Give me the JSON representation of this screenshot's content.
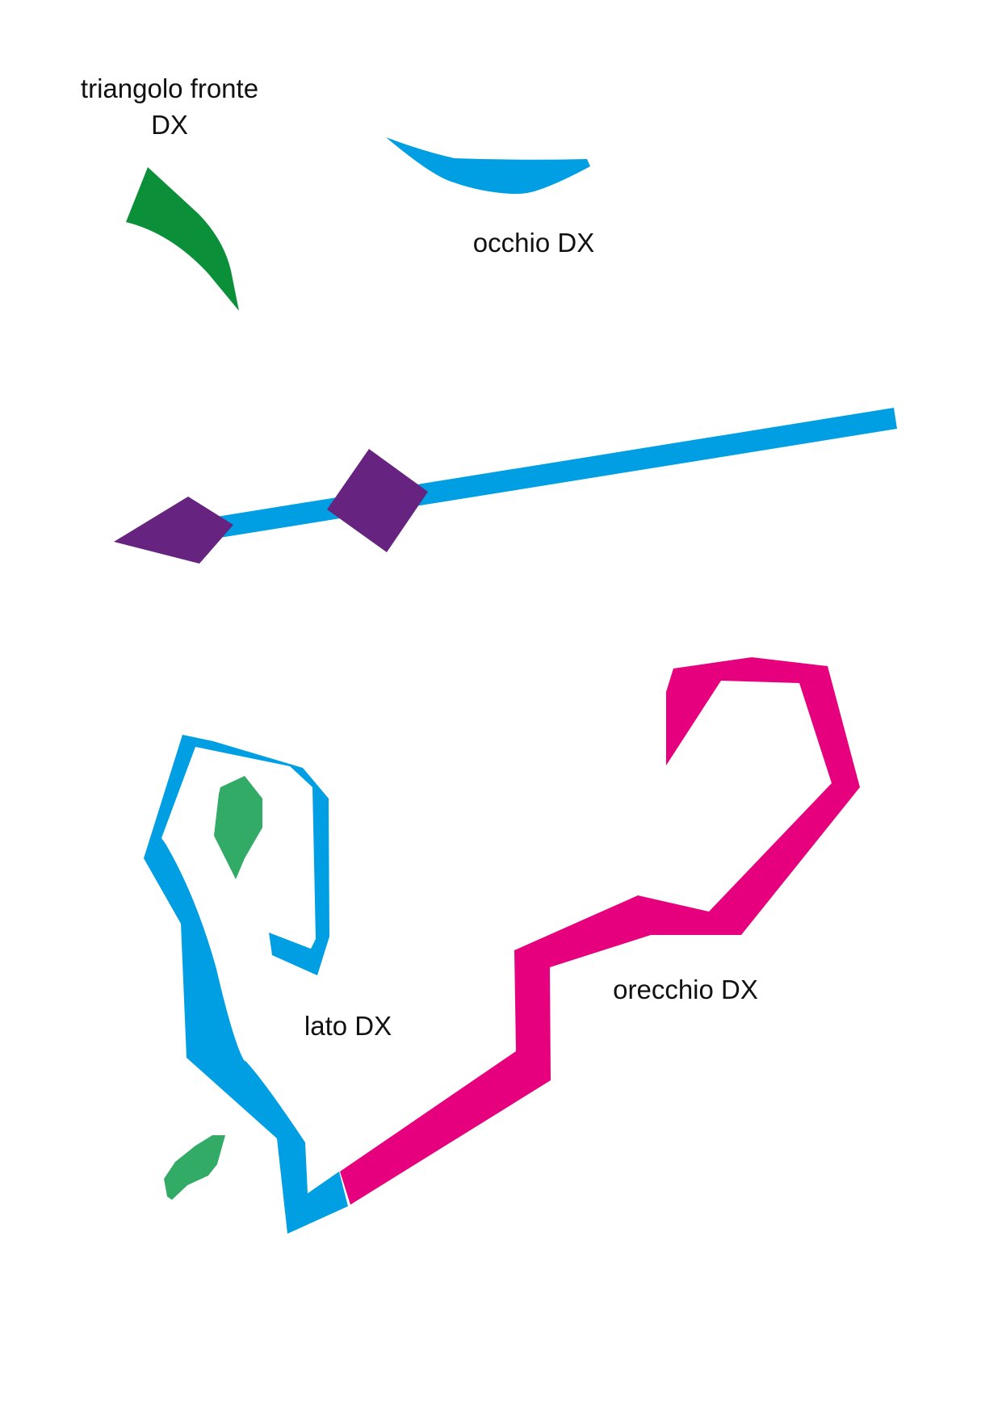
{
  "labels": {
    "triangolo_line1": "triangolo fronte",
    "triangolo_line2": "DX",
    "occhio": "occhio DX",
    "lato": "lato DX",
    "orecchio": "orecchio DX"
  },
  "colors": {
    "background": "#ffffff",
    "blue": "#009FE3",
    "dark_green": "#0B8F39",
    "light_green": "#32AB67",
    "purple": "#662480",
    "magenta": "#E6007E",
    "text": "#111111"
  }
}
